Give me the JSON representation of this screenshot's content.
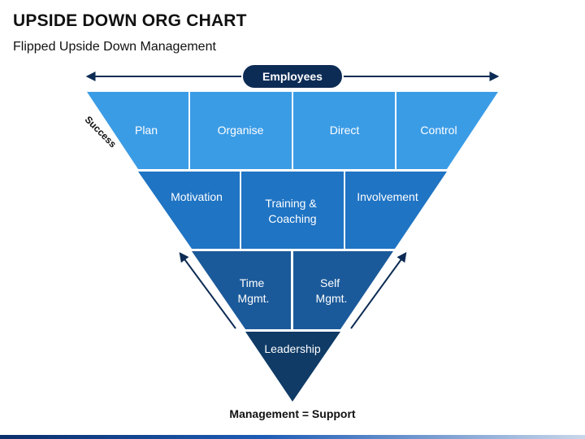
{
  "header": {
    "title": "UPSIDE DOWN ORG CHART",
    "subtitle": "Flipped Upside Down Management"
  },
  "diagram": {
    "top_label": "Employees",
    "side_label": "Success",
    "bottom_label": "Management = Support",
    "tiers": [
      {
        "tier": 1,
        "items": [
          "Plan",
          "Organise",
          "Direct",
          "Control"
        ]
      },
      {
        "tier": 2,
        "items": [
          "Motivation",
          "Training &\nCoaching",
          "Involvement"
        ]
      },
      {
        "tier": 3,
        "items": [
          "Time\nMgmt.",
          "Self\nMgmt."
        ]
      },
      {
        "tier": 4,
        "items": [
          "Leadership"
        ]
      }
    ]
  },
  "colors": {
    "tier1": "#3b9ce6",
    "tier2": "#1f74c4",
    "tier3": "#1b5a9a",
    "tier4": "#0f3b66",
    "pill": "#0d2c55",
    "text": "#ffffff",
    "arrow": "#0d2c55"
  }
}
